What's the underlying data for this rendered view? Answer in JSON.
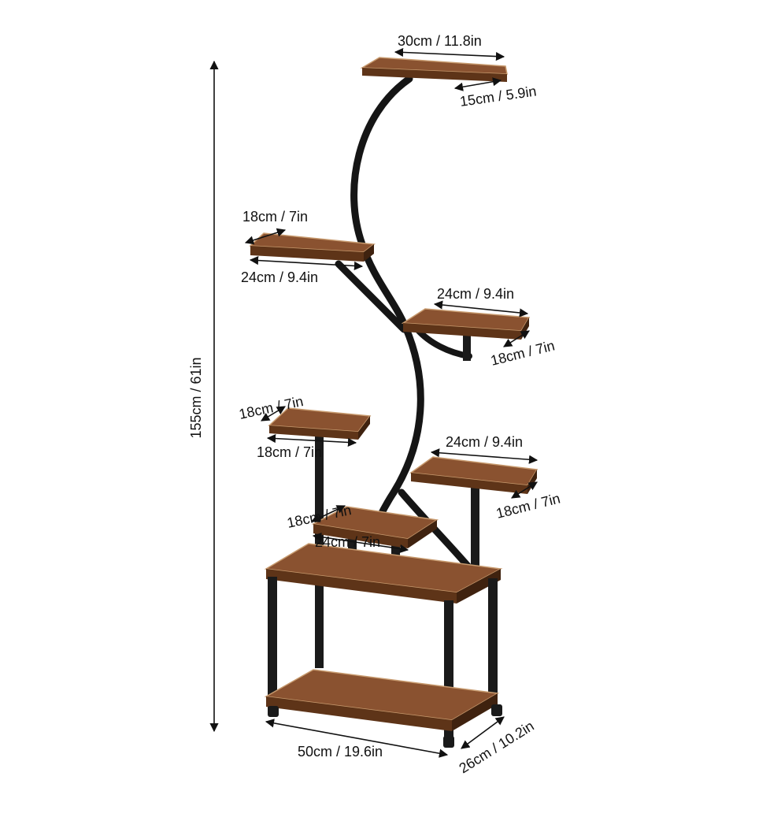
{
  "product": {
    "colors": {
      "wood_top": "#8a5230",
      "wood_front": "#5e3418",
      "wood_edge": "#c79a6e",
      "metal": "#161616"
    }
  },
  "dimensions": {
    "height": "155cm / 61in",
    "top_width": "30cm / 11.8in",
    "top_depth": "15cm / 5.9in",
    "upper_left_depth": "18cm / 7in",
    "upper_left_width": "24cm / 9.4in",
    "upper_right_width": "24cm / 9.4in",
    "upper_right_depth": "18cm / 7in",
    "middle_left_depth": "18cm / 7in",
    "middle_left_width": "18cm / 7in",
    "middle_right_width": "24cm / 9.4in",
    "middle_right_depth": "18cm / 7in",
    "lower_depth": "18cm / 7in",
    "lower_width": "24cm / 7in",
    "base_width": "50cm / 19.6in",
    "base_depth": "26cm / 10.2in"
  }
}
